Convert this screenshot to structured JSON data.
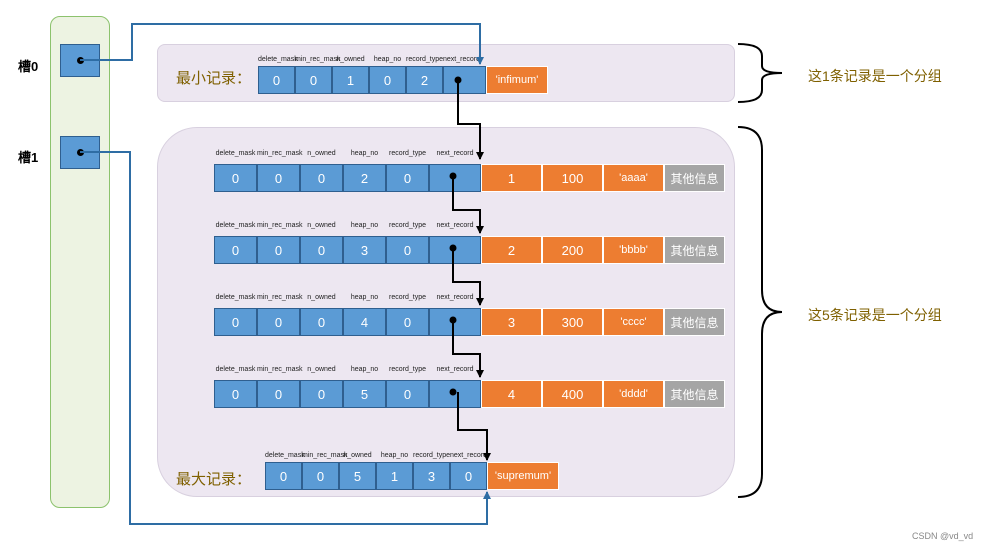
{
  "slots": [
    {
      "label": "槽0"
    },
    {
      "label": "槽1"
    }
  ],
  "field_headers": [
    "delete_mask",
    "min_rec_mask",
    "n_owned",
    "heap_no",
    "record_type",
    "next_record"
  ],
  "infimum": {
    "label": "最小记录：",
    "header_values": [
      "0",
      "0",
      "1",
      "0",
      "2"
    ],
    "data": "'infimum'"
  },
  "records": [
    {
      "header_values": [
        "0",
        "0",
        "0",
        "2",
        "0"
      ],
      "data": [
        "1",
        "100",
        "'aaaa'"
      ],
      "other": "其他信息"
    },
    {
      "header_values": [
        "0",
        "0",
        "0",
        "3",
        "0"
      ],
      "data": [
        "2",
        "200",
        "'bbbb'"
      ],
      "other": "其他信息"
    },
    {
      "header_values": [
        "0",
        "0",
        "0",
        "4",
        "0"
      ],
      "data": [
        "3",
        "300",
        "'cccc'"
      ],
      "other": "其他信息"
    },
    {
      "header_values": [
        "0",
        "0",
        "0",
        "5",
        "0"
      ],
      "data": [
        "4",
        "400",
        "'dddd'"
      ],
      "other": "其他信息"
    }
  ],
  "supremum": {
    "label": "最大记录：",
    "header_values": [
      "0",
      "0",
      "5",
      "1",
      "3",
      "0"
    ],
    "data": "'supremum'"
  },
  "annotations": {
    "group1": "这1条记录是一个分组",
    "group2": "这5条记录是一个分组"
  },
  "watermark": "CSDN @vd_vd",
  "colors": {
    "header_cell": "#5b9bd5",
    "data_cell": "#ed7d31",
    "other_cell": "#a5a5a5",
    "slot_column": "#edf3e2",
    "group_bg": "#ede7f1",
    "slot_link": "#2e6da4",
    "label_text": "#7f6000"
  }
}
